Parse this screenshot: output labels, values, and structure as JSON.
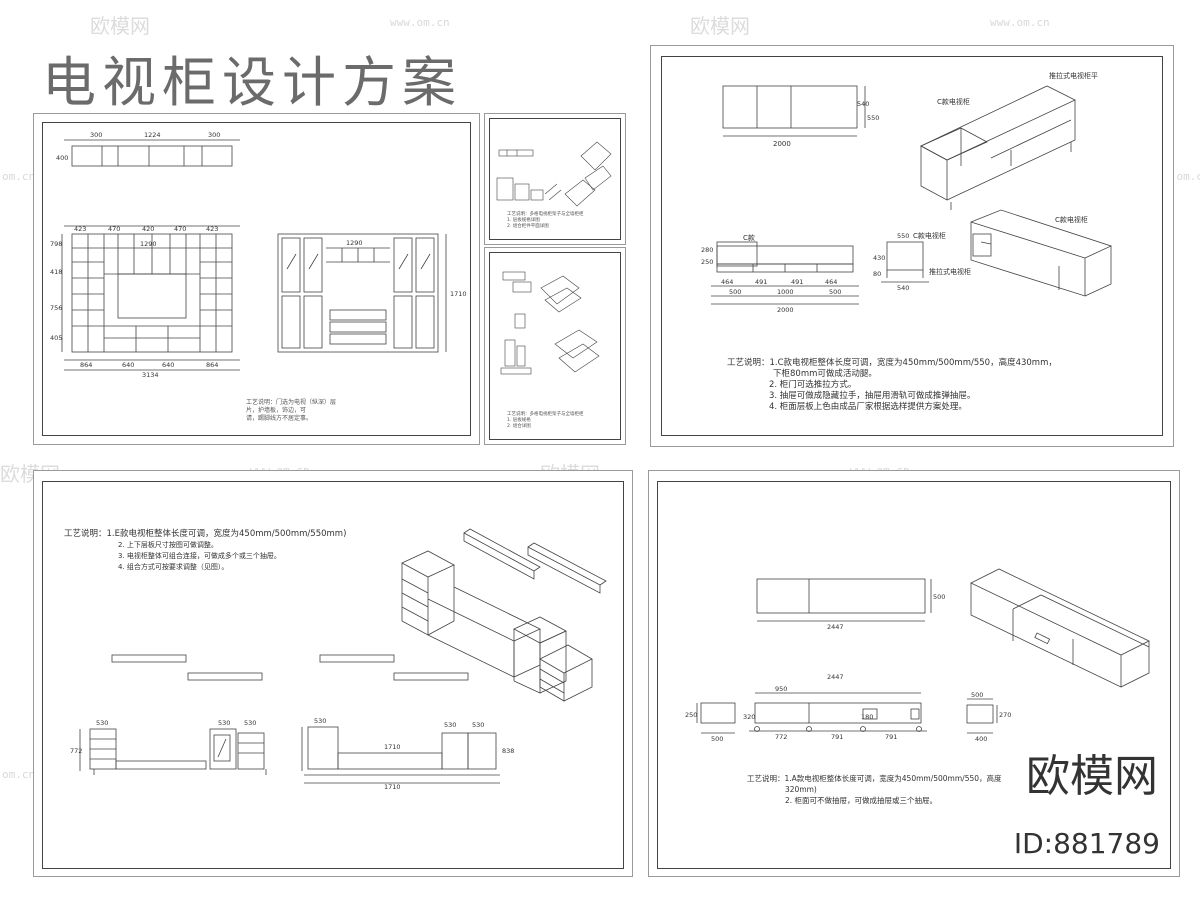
{
  "page": {
    "title": "电视柜设计方案"
  },
  "watermark": {
    "brand": "欧模网",
    "url": "www.om.cn",
    "url_short": "om.cn"
  },
  "brand_footer": {
    "name": "欧模网",
    "id": "ID:881789"
  },
  "sheet1": {
    "top_dims": [
      "300",
      "1224",
      "300"
    ],
    "top_height": "400",
    "left_cab_row": [
      "423",
      "470",
      "420",
      "470",
      "423"
    ],
    "left_inner_width": "1290",
    "left_bottom_dims": [
      "864",
      "640",
      "640",
      "864"
    ],
    "left_total": "3134",
    "left_side_dims": [
      "798",
      "418",
      "756",
      "405"
    ],
    "right_inner_width": "1290",
    "right_height": "1710",
    "note_lines": [
      "工艺说明：门选为电视（纵深）层",
      "片，护墙板，饰边，可",
      "请，踢脚线方不居定事。"
    ]
  },
  "sheet2a": {
    "note_lines": [
      "工艺说明：多格电视柜架子与全墙柜柜",
      "1. 层板规格详图",
      "2. 组合柜件平面详图"
    ]
  },
  "sheet2b": {
    "note_lines": [
      "工艺说明：多格电视柜架子与全墙柜柜",
      "1. 层板规格",
      "2. 组合详图"
    ]
  },
  "sheet3": {
    "top_width": "2000",
    "top_heights": [
      "540",
      "550"
    ],
    "label_c": "C款电视柜",
    "label_side": "C款电视柜",
    "callout_top": "推拉式电视柜平",
    "callout_mid": "C款电视柜",
    "callout_bottom": "推拉式电视柜",
    "front_label": "C款",
    "front_dims": [
      "464",
      "491",
      "491",
      "464"
    ],
    "front_sub_dims": [
      "500",
      "1000",
      "500"
    ],
    "front_total": "2000",
    "front_heights": [
      "280",
      "250"
    ],
    "side_dims": {
      "top": "550",
      "bottom": "540",
      "heights": [
        "430",
        "80"
      ]
    },
    "note_title": "工艺说明：",
    "note_lines": [
      "1.C款电视柜整体长度可调，宽度为450mm/500mm/550，高度430mm，",
      "下柜80mm可做成活动腿。",
      "2. 柜门可选推拉方式。",
      "3. 抽屉可做成隐藏拉手，抽屉用滑轨可做成推弹抽屉。",
      "4. 柜面层板上色由成品厂家根据选样提供方案处理。"
    ]
  },
  "sheet4": {
    "note_title": "工艺说明：",
    "note_lines": [
      "1.E款电视柜整体长度可调，宽度为450mm/500mm/550mm)",
      "2. 上下层板尺寸按图可做调整。",
      "3. 电视柜整体可组合连接，可做成多个或三个抽屉。",
      "4. 组合方式可按要求调整（见图）。"
    ],
    "left_dims": [
      "530",
      "530",
      "530"
    ],
    "left_height": "772",
    "right_dims": [
      "530",
      "530",
      "530"
    ],
    "right_mid": "1710",
    "right_bottom": "1710",
    "right_height": "838"
  },
  "sheet5": {
    "top_width": "2447",
    "top_height": "500",
    "front_total": "2447",
    "front_span": "950",
    "front_sub": [
      "772",
      "791",
      "791"
    ],
    "front_mid": "180",
    "front_height": "320",
    "left_w": "500",
    "left_h": "250",
    "right_w": "500",
    "right_sub": "400",
    "right_h": "270",
    "note_title": "工艺说明：",
    "note_lines": [
      "1.A款电视柜整体长度可调，宽度为450mm/500mm/550，高度",
      "320mm)",
      "2. 柜面可不做抽屉，可做成抽屉或三个抽屉。"
    ]
  }
}
